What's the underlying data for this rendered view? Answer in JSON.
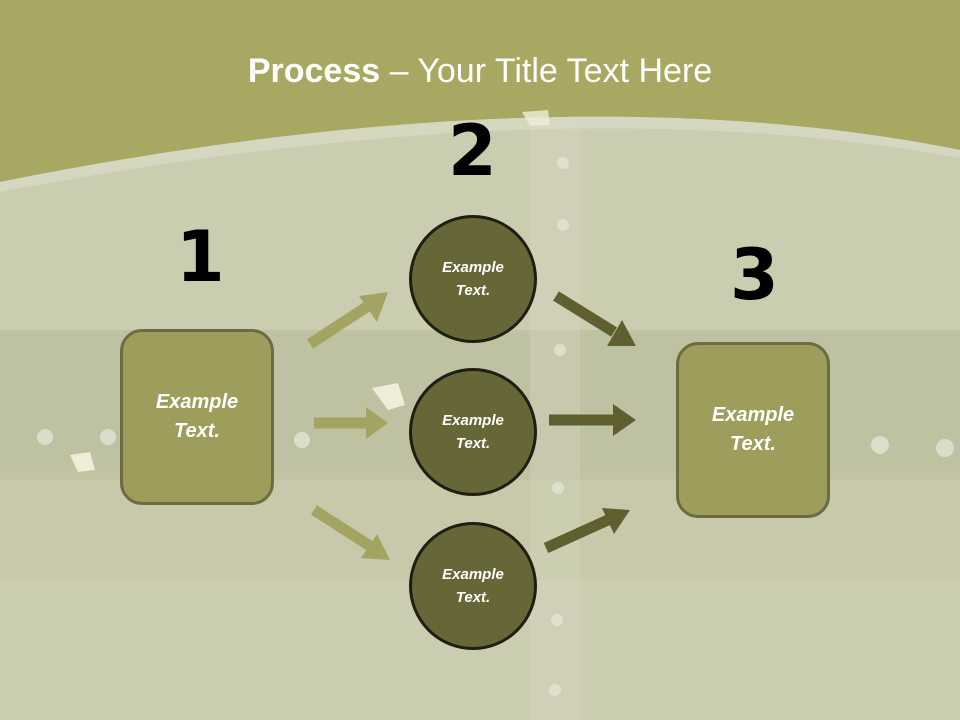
{
  "title": {
    "bold": "Process",
    "rest": " – Your Title Text Here"
  },
  "steps": [
    {
      "number": "1",
      "text": "Example\nText."
    },
    {
      "number": "2",
      "items": [
        "Example\nText.",
        "Example\nText.",
        "Example\nText."
      ]
    },
    {
      "number": "3",
      "text": "Example\nText."
    }
  ],
  "colors": {
    "box_fill": "#9e9d5c",
    "circle_fill": "#666637",
    "header": "#a8a862",
    "arrow_light": "#a4a462",
    "arrow_dark": "#5f5f30"
  }
}
